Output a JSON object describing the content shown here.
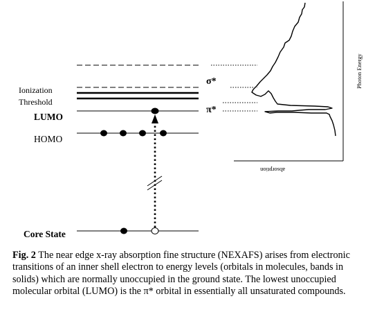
{
  "diagram": {
    "labels": {
      "ionization": "Ionization",
      "threshold": "Threshold",
      "lumo": "LUMO",
      "homo": "HOMO",
      "core_state": "Core State",
      "sigma_star": "σ*",
      "pi_star": "π*",
      "y_axis": "Photon Energy",
      "x_axis": "absorption"
    }
  },
  "caption": {
    "figure_label": "Fig. 2",
    "text": "The near edge x-ray absorption fine structure (NEXAFS) arises from electronic transitions of an inner shell electron to energy levels (orbitals in molecules, bands in solids) which are normally unoccupied in the ground state. The lowest unoccupied molecular orbital (LUMO) is the π* orbital in essentially all unsaturated compounds."
  }
}
